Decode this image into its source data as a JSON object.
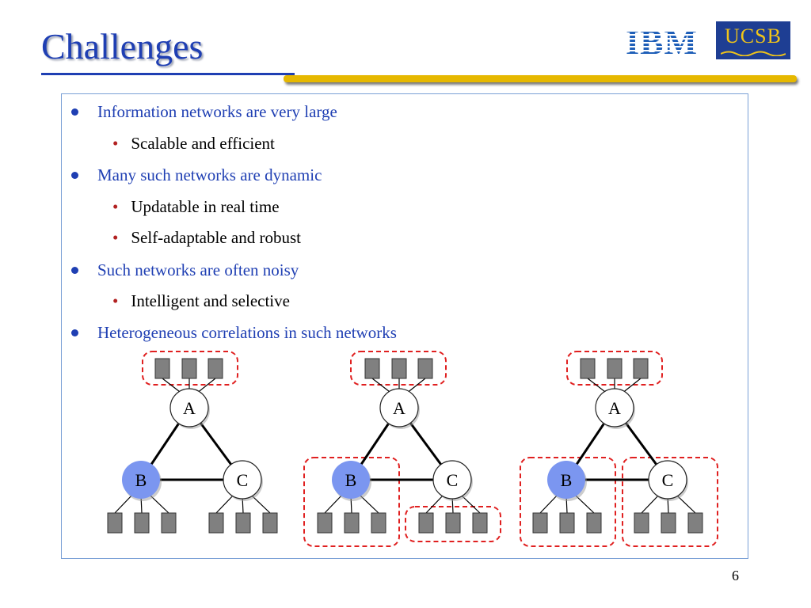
{
  "slide": {
    "title": "Challenges",
    "page_number": "6"
  },
  "logos": {
    "ibm_text": "IBM",
    "ucsb_text": "UCSB"
  },
  "bullets": [
    {
      "level": 1,
      "text": "Information networks are very large"
    },
    {
      "level": 2,
      "text": "Scalable and efficient"
    },
    {
      "level": 1,
      "text": "Many such networks are dynamic"
    },
    {
      "level": 2,
      "text": "Updatable in real time"
    },
    {
      "level": 2,
      "text": "Self-adaptable and robust"
    },
    {
      "level": 1,
      "text": "Such networks are often noisy"
    },
    {
      "level": 2,
      "text": "Intelligent and selective"
    },
    {
      "level": 1,
      "text": "Heterogeneous correlations in such networks"
    }
  ],
  "diagram": {
    "node_labels": [
      "A",
      "B",
      "C"
    ],
    "colors": {
      "node_fill": "#ffffff",
      "highlight_node_fill": "#7b96f0",
      "doc_fill": "#808080",
      "group_border": "#e02020",
      "edge": "#000000"
    }
  }
}
